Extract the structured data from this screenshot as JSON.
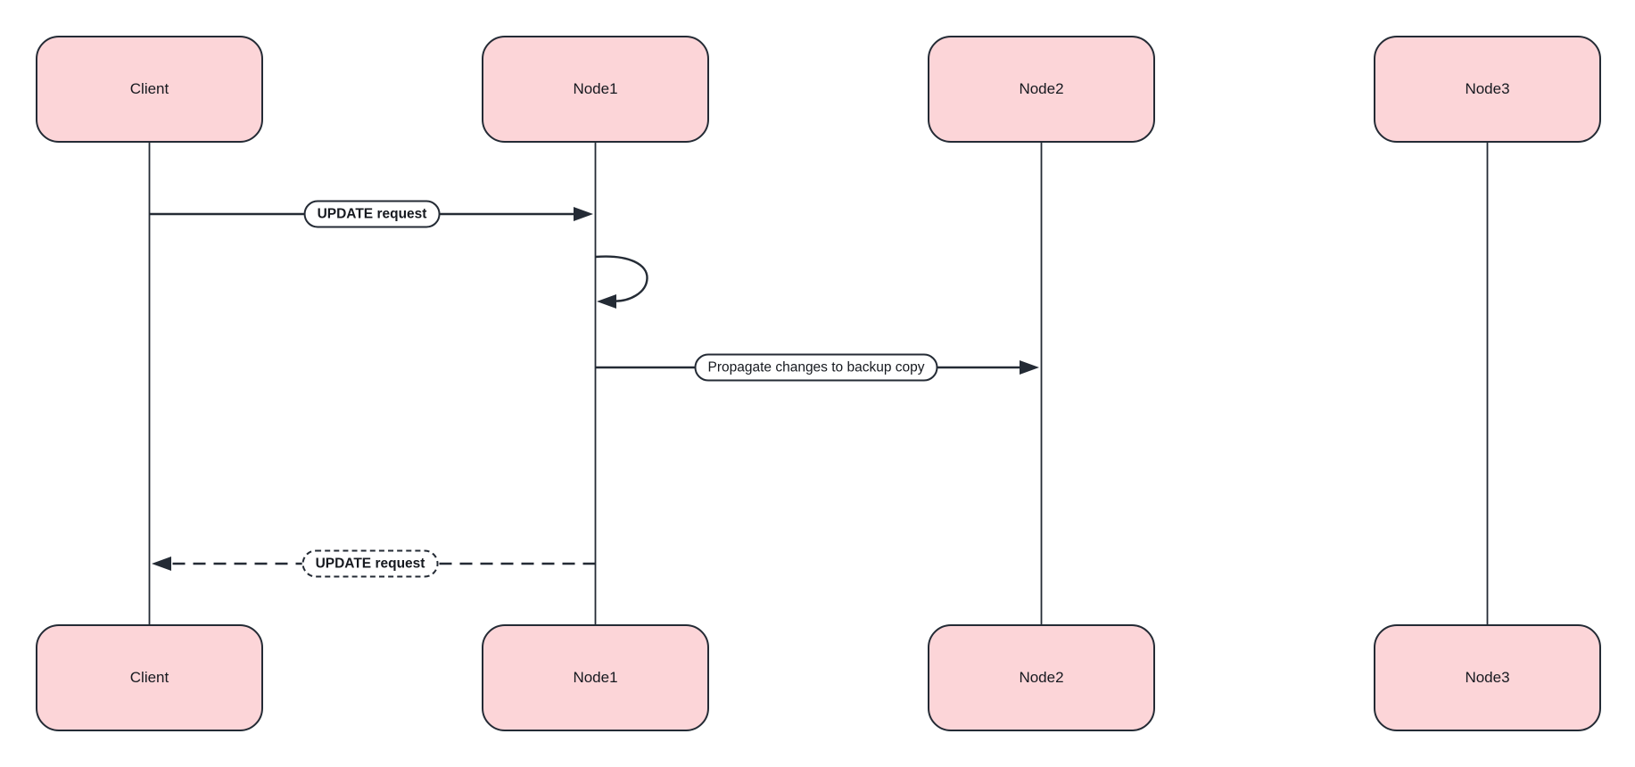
{
  "diagram": {
    "type": "sequence-diagram",
    "actors": [
      {
        "name": "Client"
      },
      {
        "name": "Node1"
      },
      {
        "name": "Node2"
      },
      {
        "name": "Node3"
      }
    ],
    "messages": [
      {
        "from": "Client",
        "to": "Node1",
        "label": "UPDATE request",
        "line": "solid",
        "direction": "right"
      },
      {
        "from": "Node1",
        "to": "Node1",
        "label": "",
        "line": "solid",
        "direction": "self-loop"
      },
      {
        "from": "Node1",
        "to": "Node2",
        "label": "Propagate changes to backup copy",
        "line": "solid",
        "direction": "right"
      },
      {
        "from": "Node1",
        "to": "Client",
        "label": "UPDATE request",
        "line": "dashed",
        "direction": "left"
      }
    ],
    "colors": {
      "actor_fill": "#fcd5d8",
      "stroke": "#242b35",
      "label_background": "#ffffff",
      "text": "#16191f",
      "background": "#ffffff"
    }
  }
}
